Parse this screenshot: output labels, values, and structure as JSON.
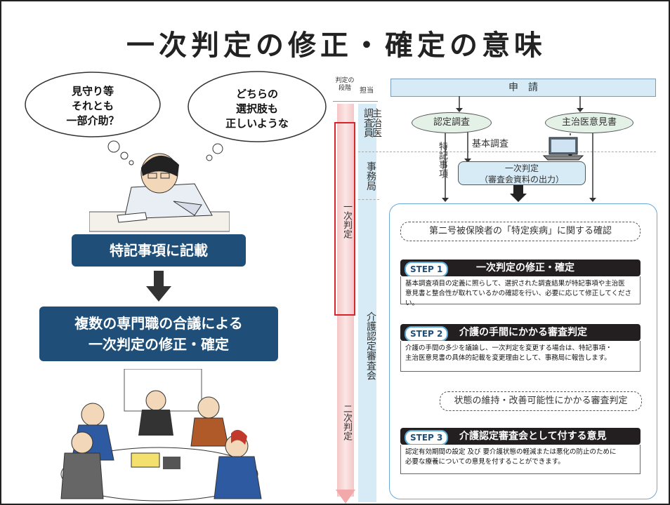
{
  "title": "一次判定の修正・確定の意味",
  "left": {
    "bubble1": [
      "見守り等",
      "それとも",
      "一部介助？"
    ],
    "bubble2": [
      "どちらの",
      "選択肢も",
      "正しいような"
    ],
    "box1": "特記事項に記載",
    "box2": [
      "複数の専門職の合議による",
      "一次判定の修正・確定"
    ]
  },
  "flow": {
    "header_stage": "判定の段階",
    "header_role": "担当",
    "stage1": "一次判定",
    "stage2": "二次判定",
    "role1": "調査員",
    "role1b": "主治医",
    "role2": "事務局",
    "role3": "介護認定審査会",
    "apply": "申　請",
    "survey": "認定調査",
    "doctor": "主治医意見書",
    "basic_survey": "基本調査",
    "special_notes": "特記事項",
    "first_judgement": [
      "一次判定",
      "（審査会資料の出力）"
    ],
    "confirm": "第二号被保険者の「特定疾病」に関する確認",
    "steps": [
      {
        "badge": "STEP 1",
        "title": "一次判定の修正・確定",
        "body": [
          "基本調査項目の定義に照らして、選択された調査結果が特記事項や主治医",
          "意見書と整合性が取れているかの確認を行い、必要に応じて修正してください。"
        ]
      },
      {
        "badge": "STEP 2",
        "title": "介護の手間にかかる審査判定",
        "body": [
          "介護の手間の多少を議論し、一次判定を変更する場合は、特記事項・",
          "主治医意見書の具体的記載を変更理由として、事務局に報告します。"
        ]
      },
      {
        "badge": "STEP 3",
        "title": "介護認定審査会として付する意見",
        "body": [
          "認定有効期間の設定 及び 要介護状態の軽減または悪化の防止のために",
          "必要な療養についての意見を付することができます。"
        ]
      }
    ],
    "maintain": "状態の維持・改善可能性にかかる審査判定"
  }
}
